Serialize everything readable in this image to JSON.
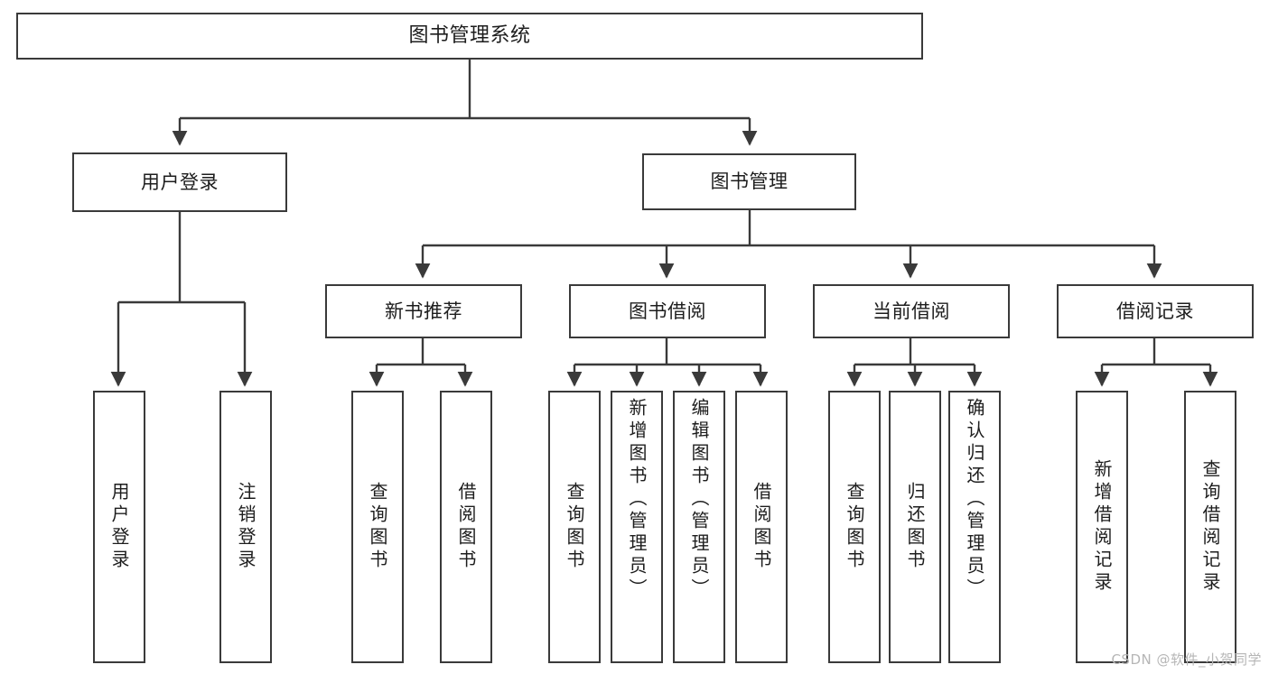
{
  "diagram": {
    "title": "图书管理系统",
    "watermark": "CSDN @软件_小贺同学",
    "colors": {
      "stroke": "#3a3a3a",
      "box_fill": "#ffffff",
      "text": "#1d1d1d",
      "background": "#ffffff",
      "watermark": "#b6b6b6"
    },
    "nodes": {
      "root": "图书管理系统",
      "level2": {
        "user_login": "用户登录",
        "book_manage": "图书管理"
      },
      "level3": {
        "new_book_rec": "新书推荐",
        "book_borrow": "图书借阅",
        "current_borrow": "当前借阅",
        "borrow_record": "借阅记录"
      },
      "leaves": {
        "user_login_1": "用户登录",
        "user_login_2": "注销登录",
        "new_book_rec_1": "查询图书",
        "new_book_rec_2": "借阅图书",
        "book_borrow_1": "查询图书",
        "book_borrow_2": "新增图书（管理员）",
        "book_borrow_3": "编辑图书（管理员）",
        "book_borrow_4": "借阅图书",
        "current_borrow_1": "查询图书",
        "current_borrow_2": "归还图书",
        "current_borrow_3": "确认归还（管理员）",
        "borrow_record_1": "新增借阅记录",
        "borrow_record_2": "查询借阅记录"
      }
    }
  }
}
